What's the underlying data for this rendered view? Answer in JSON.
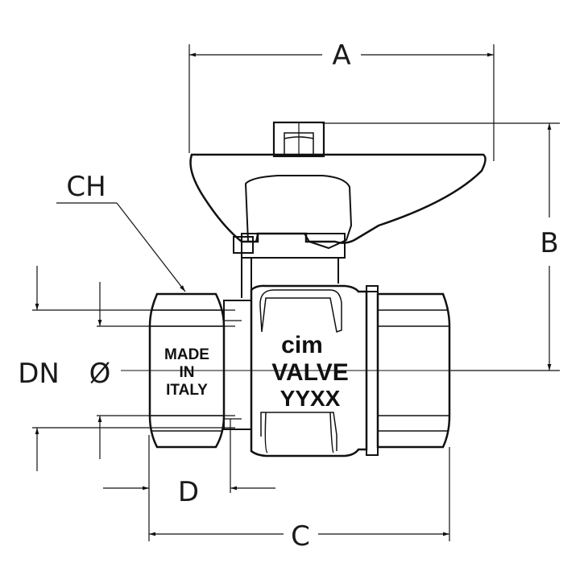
{
  "dimensions": {
    "A": "A",
    "B": "B",
    "C": "C",
    "D": "D",
    "CH": "CH",
    "DN": "DN",
    "diameter": "Ø"
  },
  "markings": {
    "hex_text": [
      "MADE",
      "IN",
      "ITALY"
    ],
    "logo": "cim",
    "body_line1": "VALVE",
    "body_line2": "YYXX"
  }
}
